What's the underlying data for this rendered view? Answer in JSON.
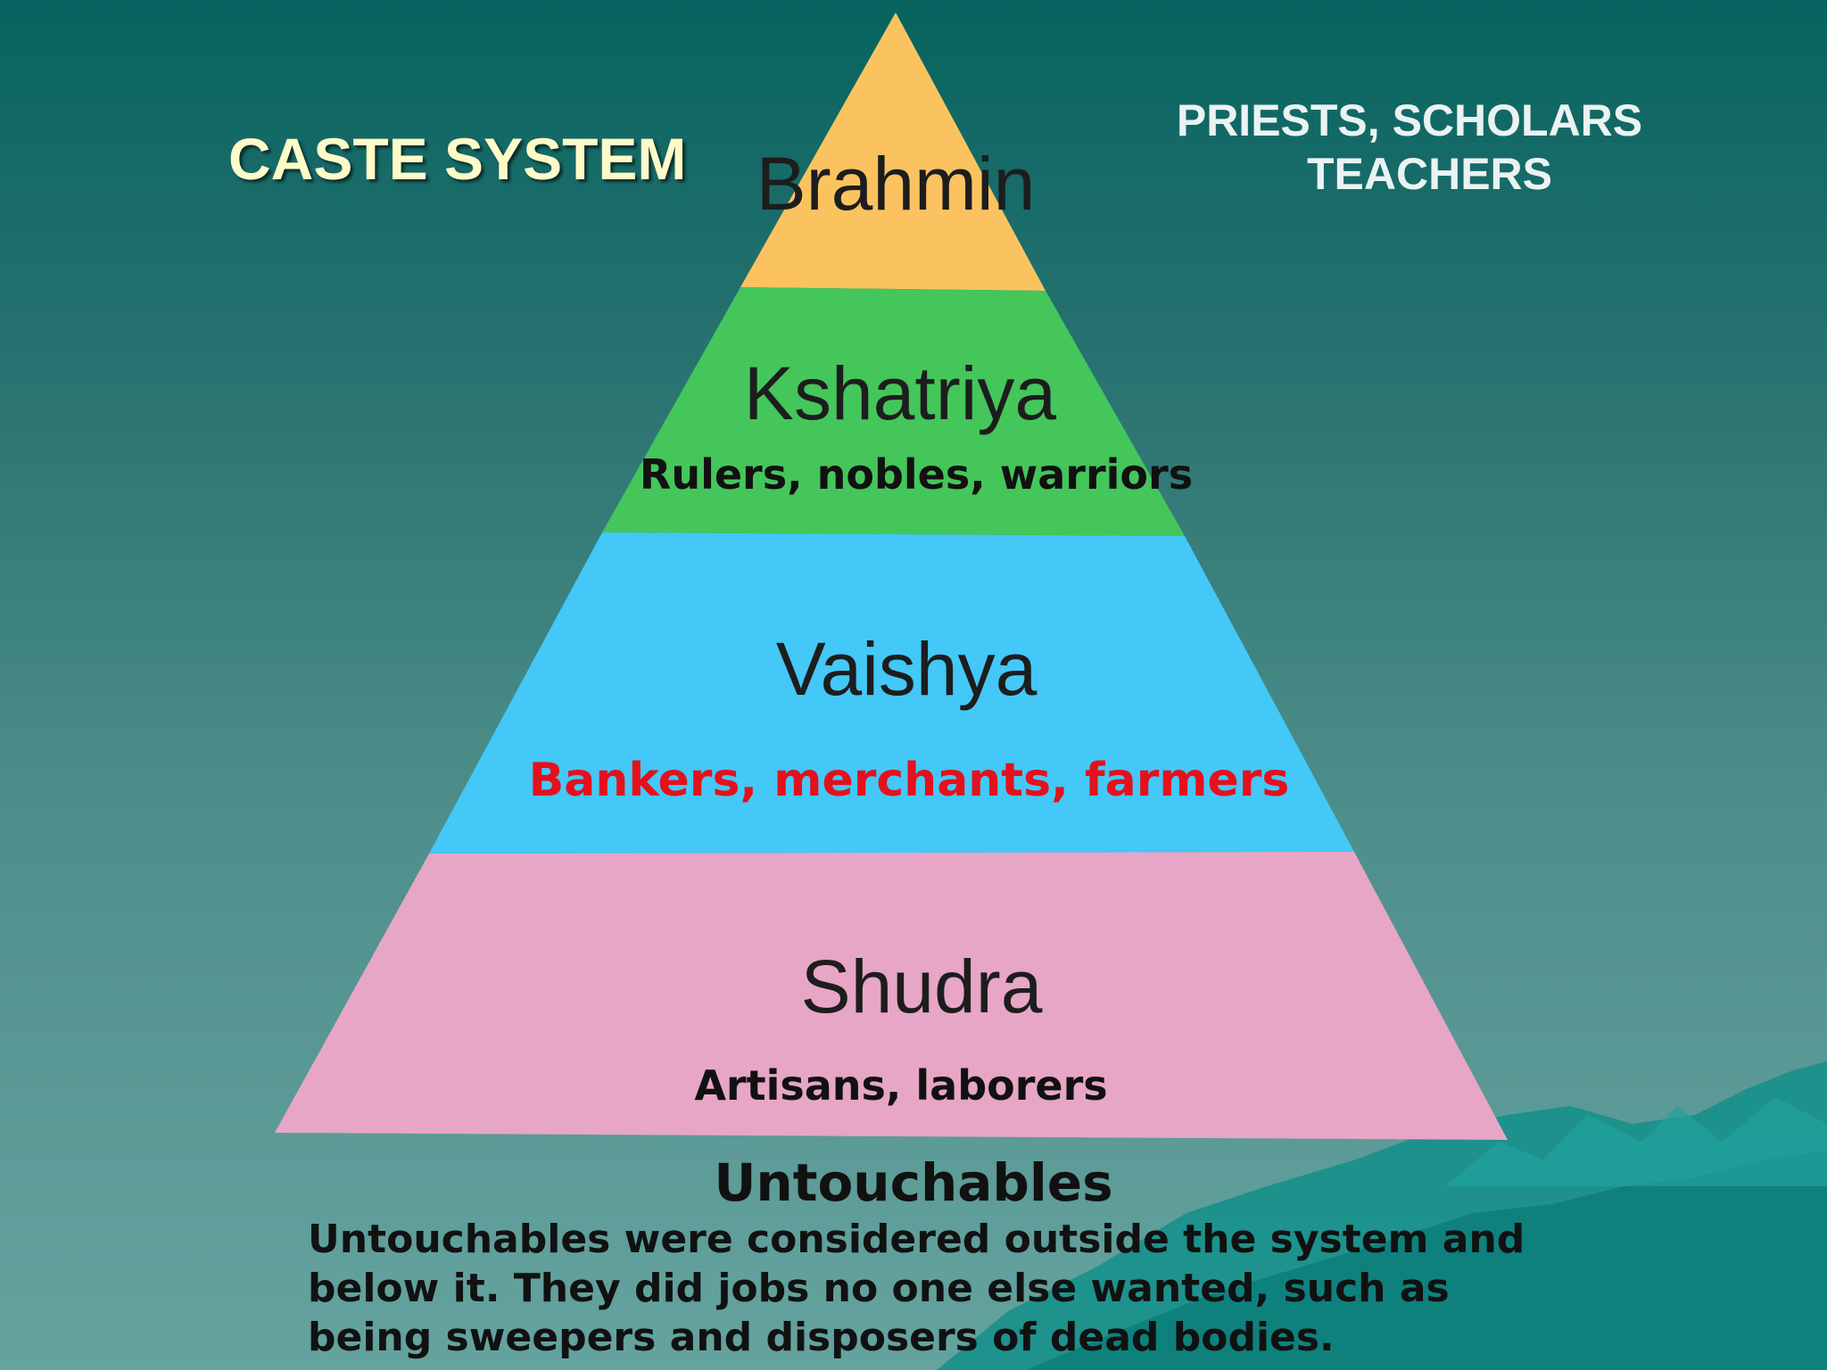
{
  "slide": {
    "title": "CASTE SYSTEM",
    "brahmin_role_lines": [
      "PRIESTS, SCHOLARS",
      "TEACHERS"
    ]
  },
  "tiers": [
    {
      "name": "Brahmin",
      "description": "",
      "color": "#fbc35f",
      "desc_color": "#111111"
    },
    {
      "name": "Kshatriya",
      "description": "Rulers, nobles, warriors",
      "color": "#44c65b",
      "desc_color": "#111111"
    },
    {
      "name": "Vaishya",
      "description": "Bankers, merchants, farmers",
      "color": "#43c8f7",
      "desc_color": "#e6101c"
    },
    {
      "name": "Shudra",
      "description": "Artisans, laborers",
      "color": "#e7a6c6",
      "desc_color": "#111111"
    }
  ],
  "untouchables": {
    "heading": "Untouchables",
    "body": "Untouchables were considered outside the system and below it. They did jobs no one else wanted, such as being sweepers and disposers of dead bodies."
  },
  "colors": {
    "background_top": "#07635f",
    "background_bottom": "#65a39f",
    "title_color": "#fffbc8",
    "mountain_color": "#138f8a"
  }
}
